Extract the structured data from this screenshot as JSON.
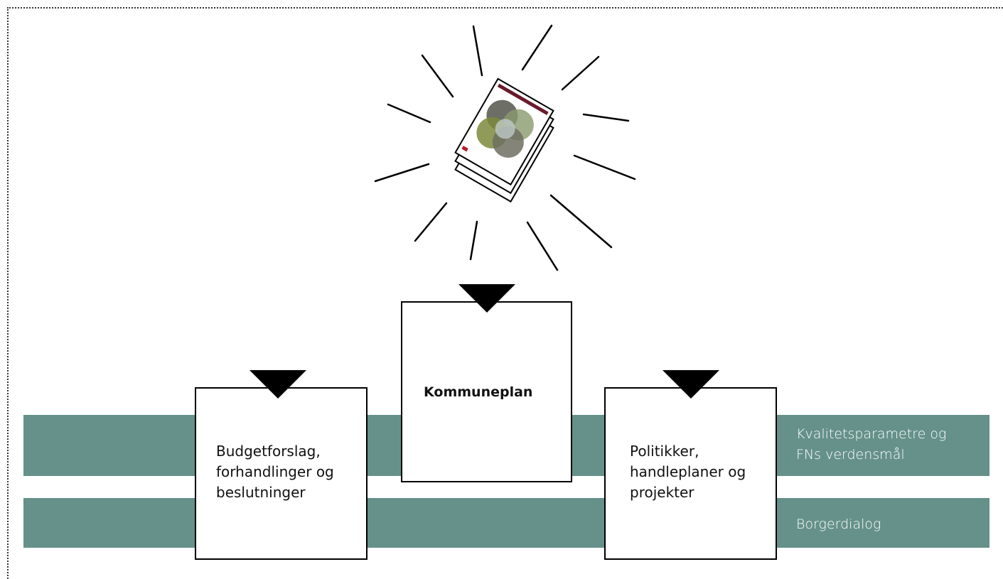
{
  "bands": {
    "quality": {
      "label_line1": "Kvalitetsparametre og",
      "label_line2": "FNs verdensmål",
      "color": "#65918a"
    },
    "citizen": {
      "label": "Borgerdialog",
      "color": "#65918a"
    }
  },
  "boxes": {
    "budget": {
      "line1": "Budgetforslag,",
      "line2": "forhandlinger og",
      "line3": "beslutninger"
    },
    "plan": {
      "title": "Kommuneplan"
    },
    "policy": {
      "line1": "Politikker,",
      "line2": "handleplaner og",
      "line3": "projekter"
    }
  },
  "illustration": {
    "icon": "document-stack-icon"
  }
}
